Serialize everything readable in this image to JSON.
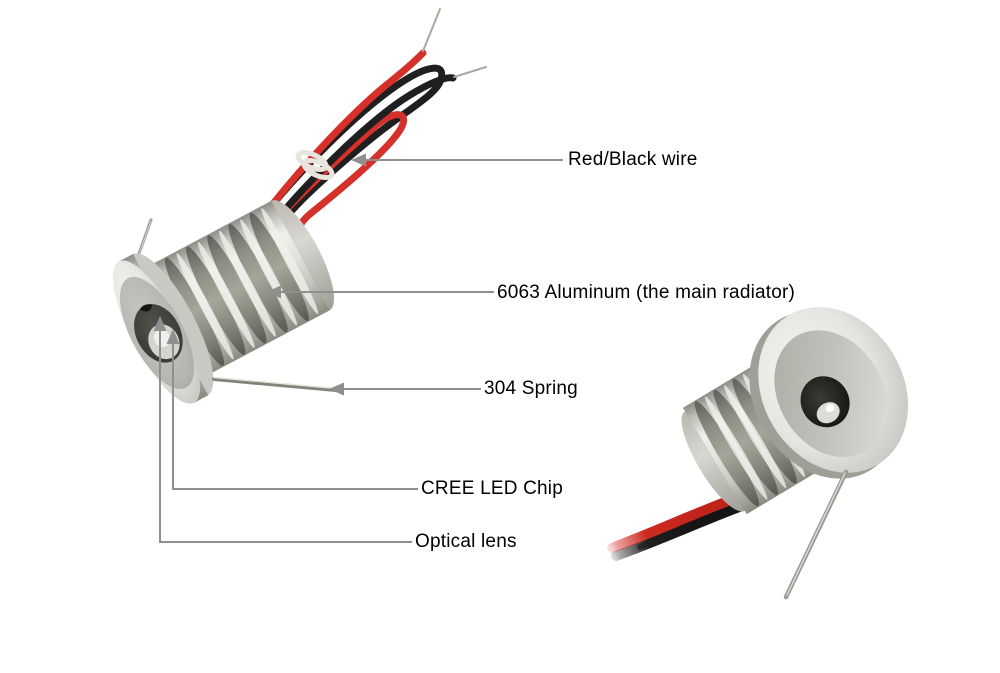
{
  "diagram": {
    "description": "Mini recessed LED spotlight parts diagram, two product views on white background",
    "annotation": {
      "line_color": "#8f8f8f",
      "text_color": "#000000"
    },
    "labels": {
      "wire": "Red/Black wire",
      "aluminum": "6063 Aluminum (the main radiator)",
      "spring": "304 Spring",
      "chip": "CREE LED Chip",
      "lens": "Optical lens"
    },
    "parts": [
      {
        "name": "red-black-wire",
        "label": "Red/Black wire"
      },
      {
        "name": "aluminum-radiator-body",
        "label": "6063 Aluminum (the main radiator)"
      },
      {
        "name": "spring-pin",
        "label": "304 Spring"
      },
      {
        "name": "led-chip",
        "label": "CREE LED Chip"
      },
      {
        "name": "optical-lens",
        "label": "Optical lens"
      }
    ],
    "colors": {
      "background": "#ffffff",
      "aluminum_light": "#f0f0ec",
      "aluminum_mid": "#d6d6d0",
      "aluminum_dark": "#8a8a80",
      "fin_groove": "#6b6b61",
      "wire_red": "#d5312a",
      "wire_black": "#1f1f1f",
      "cable_tie": "#e8e5de",
      "spring_silver": "#a8a8a0",
      "lens_dark": "#232320"
    }
  }
}
